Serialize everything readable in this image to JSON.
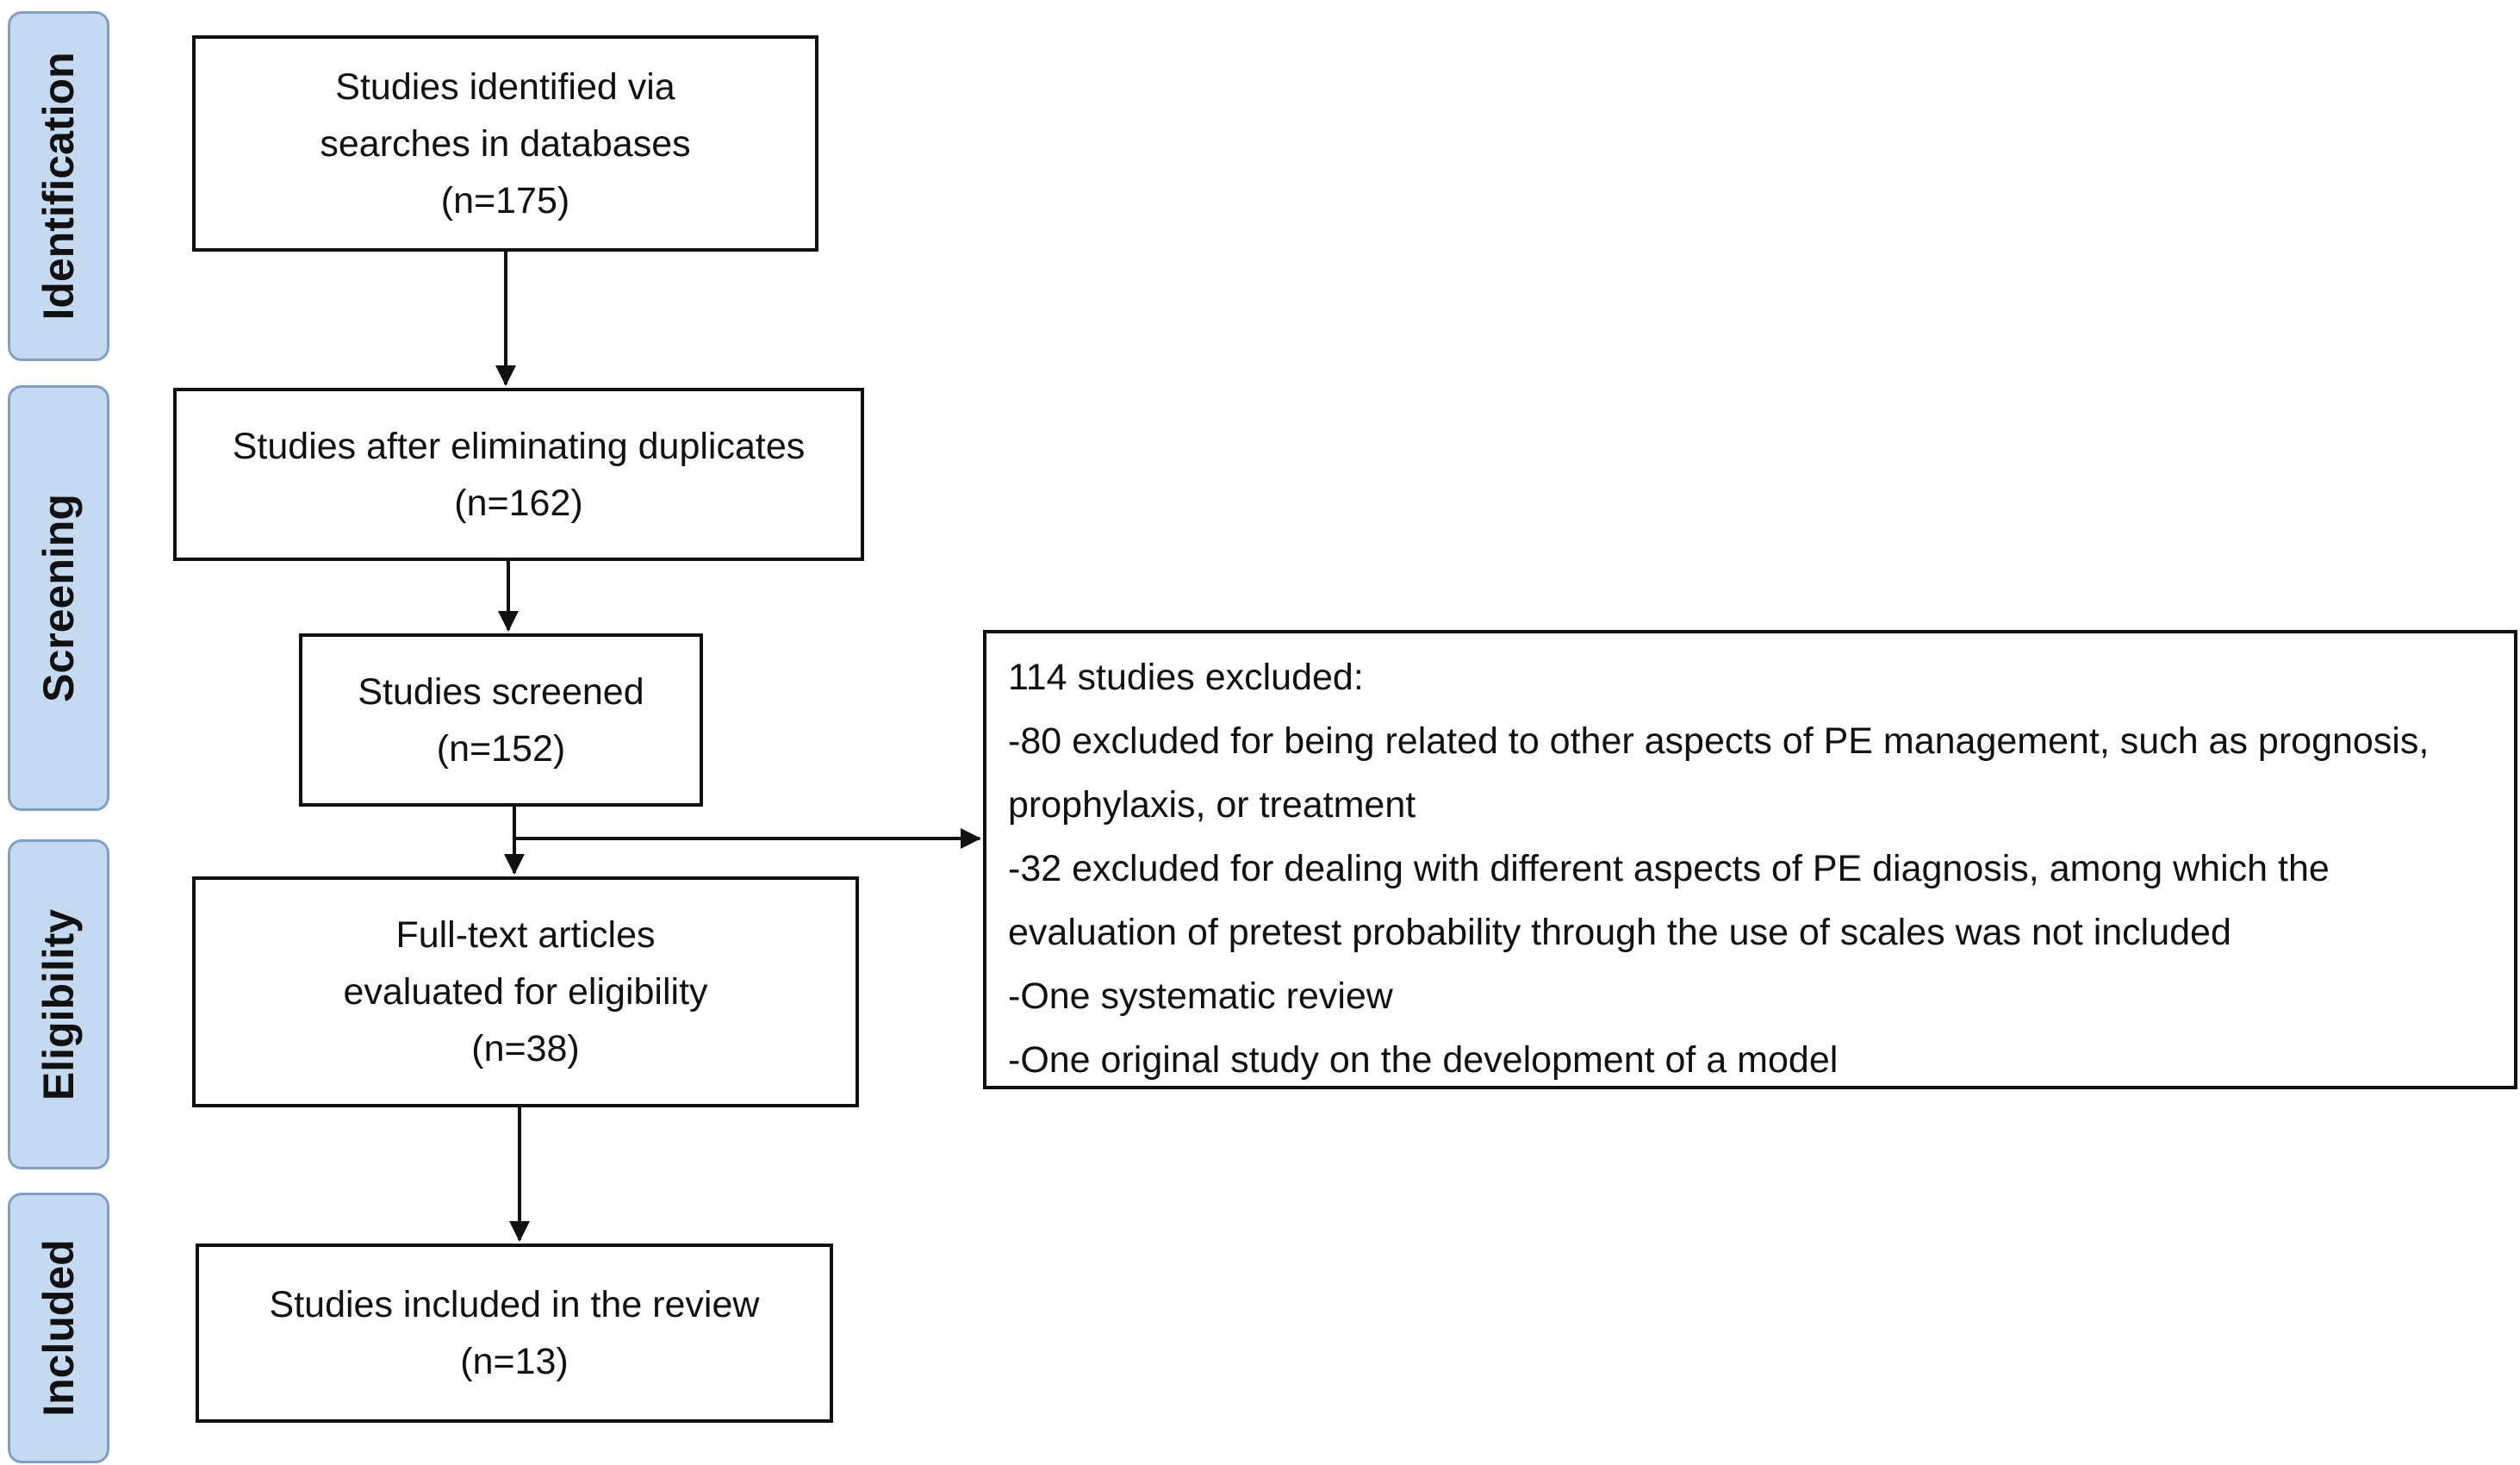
{
  "phases": {
    "identification": "Identification",
    "screening": "Screening",
    "eligibility": "Eligibility",
    "included": "Included"
  },
  "boxes": {
    "identified": {
      "line1": "Studies identified via",
      "line2": "searches in databases",
      "count": "(n=175)"
    },
    "deduplicated": {
      "line1": "Studies after eliminating duplicates",
      "count": "(n=162)"
    },
    "screened": {
      "line1": "Studies screened",
      "count": "(n=152)"
    },
    "full_text": {
      "line1": "Full-text articles",
      "line2": "evaluated for eligibility",
      "count": "(n=38)"
    },
    "included": {
      "line1": "Studies included in the review",
      "count": "(n=13)"
    }
  },
  "exclusions": {
    "header": "114 studies excluded:",
    "item1_line1": "-80 excluded for being related to other aspects of PE management, such as prognosis,",
    "item1_line2": "prophylaxis, or treatment",
    "item2_line1": "-32 excluded for dealing with different aspects of PE diagnosis, among which the",
    "item2_line2": "evaluation of pretest probability through the use of scales was not included",
    "item3": "-One systematic review",
    "item4": "-One original study on the development of a model"
  },
  "colors": {
    "phase_fill": "#c5d9f1",
    "phase_border": "#7f9fc5",
    "box_border": "#111111"
  }
}
